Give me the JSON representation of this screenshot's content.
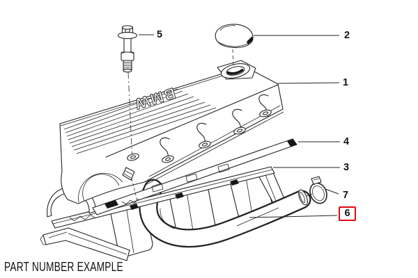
{
  "diagram": {
    "caption": "PART NUMBER EXAMPLE",
    "cover_text": "BMW",
    "line_color": "#222222",
    "highlight_color": "#e30613",
    "callouts": [
      {
        "label": "1",
        "highlighted": false
      },
      {
        "label": "2",
        "highlighted": false
      },
      {
        "label": "3",
        "highlighted": false
      },
      {
        "label": "4",
        "highlighted": false
      },
      {
        "label": "5",
        "highlighted": false
      },
      {
        "label": "6",
        "highlighted": true
      },
      {
        "label": "7",
        "highlighted": false
      }
    ]
  }
}
